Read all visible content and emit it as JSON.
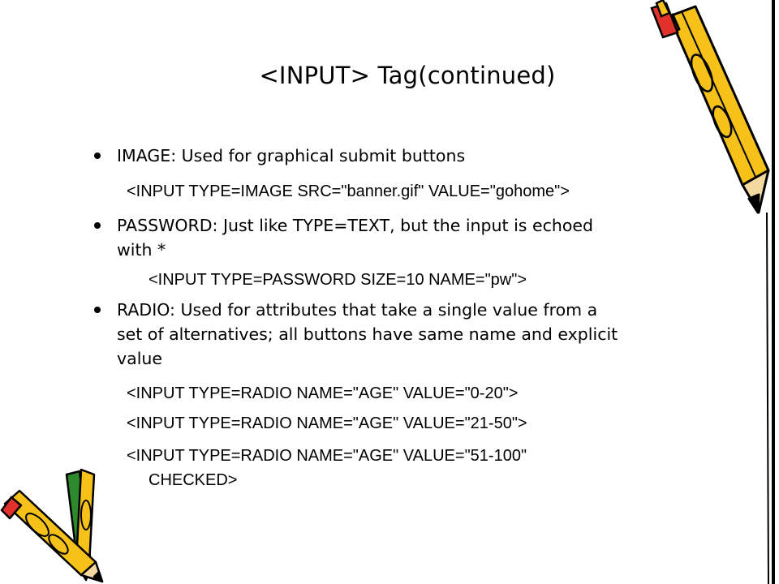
{
  "slide": {
    "title": "<INPUT> Tag(continued)",
    "bullets": [
      {
        "text_lines": [
          "IMAGE: Used for graphical submit buttons"
        ]
      },
      {
        "text_lines": [
          "PASSWORD: Just like TYPE=TEXT, but the input is echoed",
          "with *"
        ]
      },
      {
        "text_lines": [
          "RADIO: Used for attributes that take a single value from a",
          "set of alternatives; all buttons have same name and explicit",
          "value"
        ]
      }
    ],
    "code": {
      "image_example": "<INPUT TYPE=IMAGE SRC=\"banner.gif\" VALUE=\"gohome\">",
      "password_example": "<INPUT TYPE=PASSWORD SIZE=10 NAME=\"pw\">",
      "radio_1": "<INPUT TYPE=RADIO NAME=\"AGE\" VALUE=\"0-20\">",
      "radio_2": "<INPUT TYPE=RADIO NAME=\"AGE\" VALUE=\"21-50\">",
      "radio_3_line1": "<INPUT TYPE=RADIO NAME=\"AGE\" VALUE=\"51-100\"",
      "radio_3_line2": "CHECKED>"
    }
  },
  "decorations": {
    "top_right": "pencil-icon",
    "bottom_left": "pencils-icon"
  },
  "colors": {
    "pencil_body": "#f6c21a",
    "pencil_outline": "#000000",
    "eraser_red": "#e0312b",
    "pencil_green": "#2c8a2c"
  }
}
